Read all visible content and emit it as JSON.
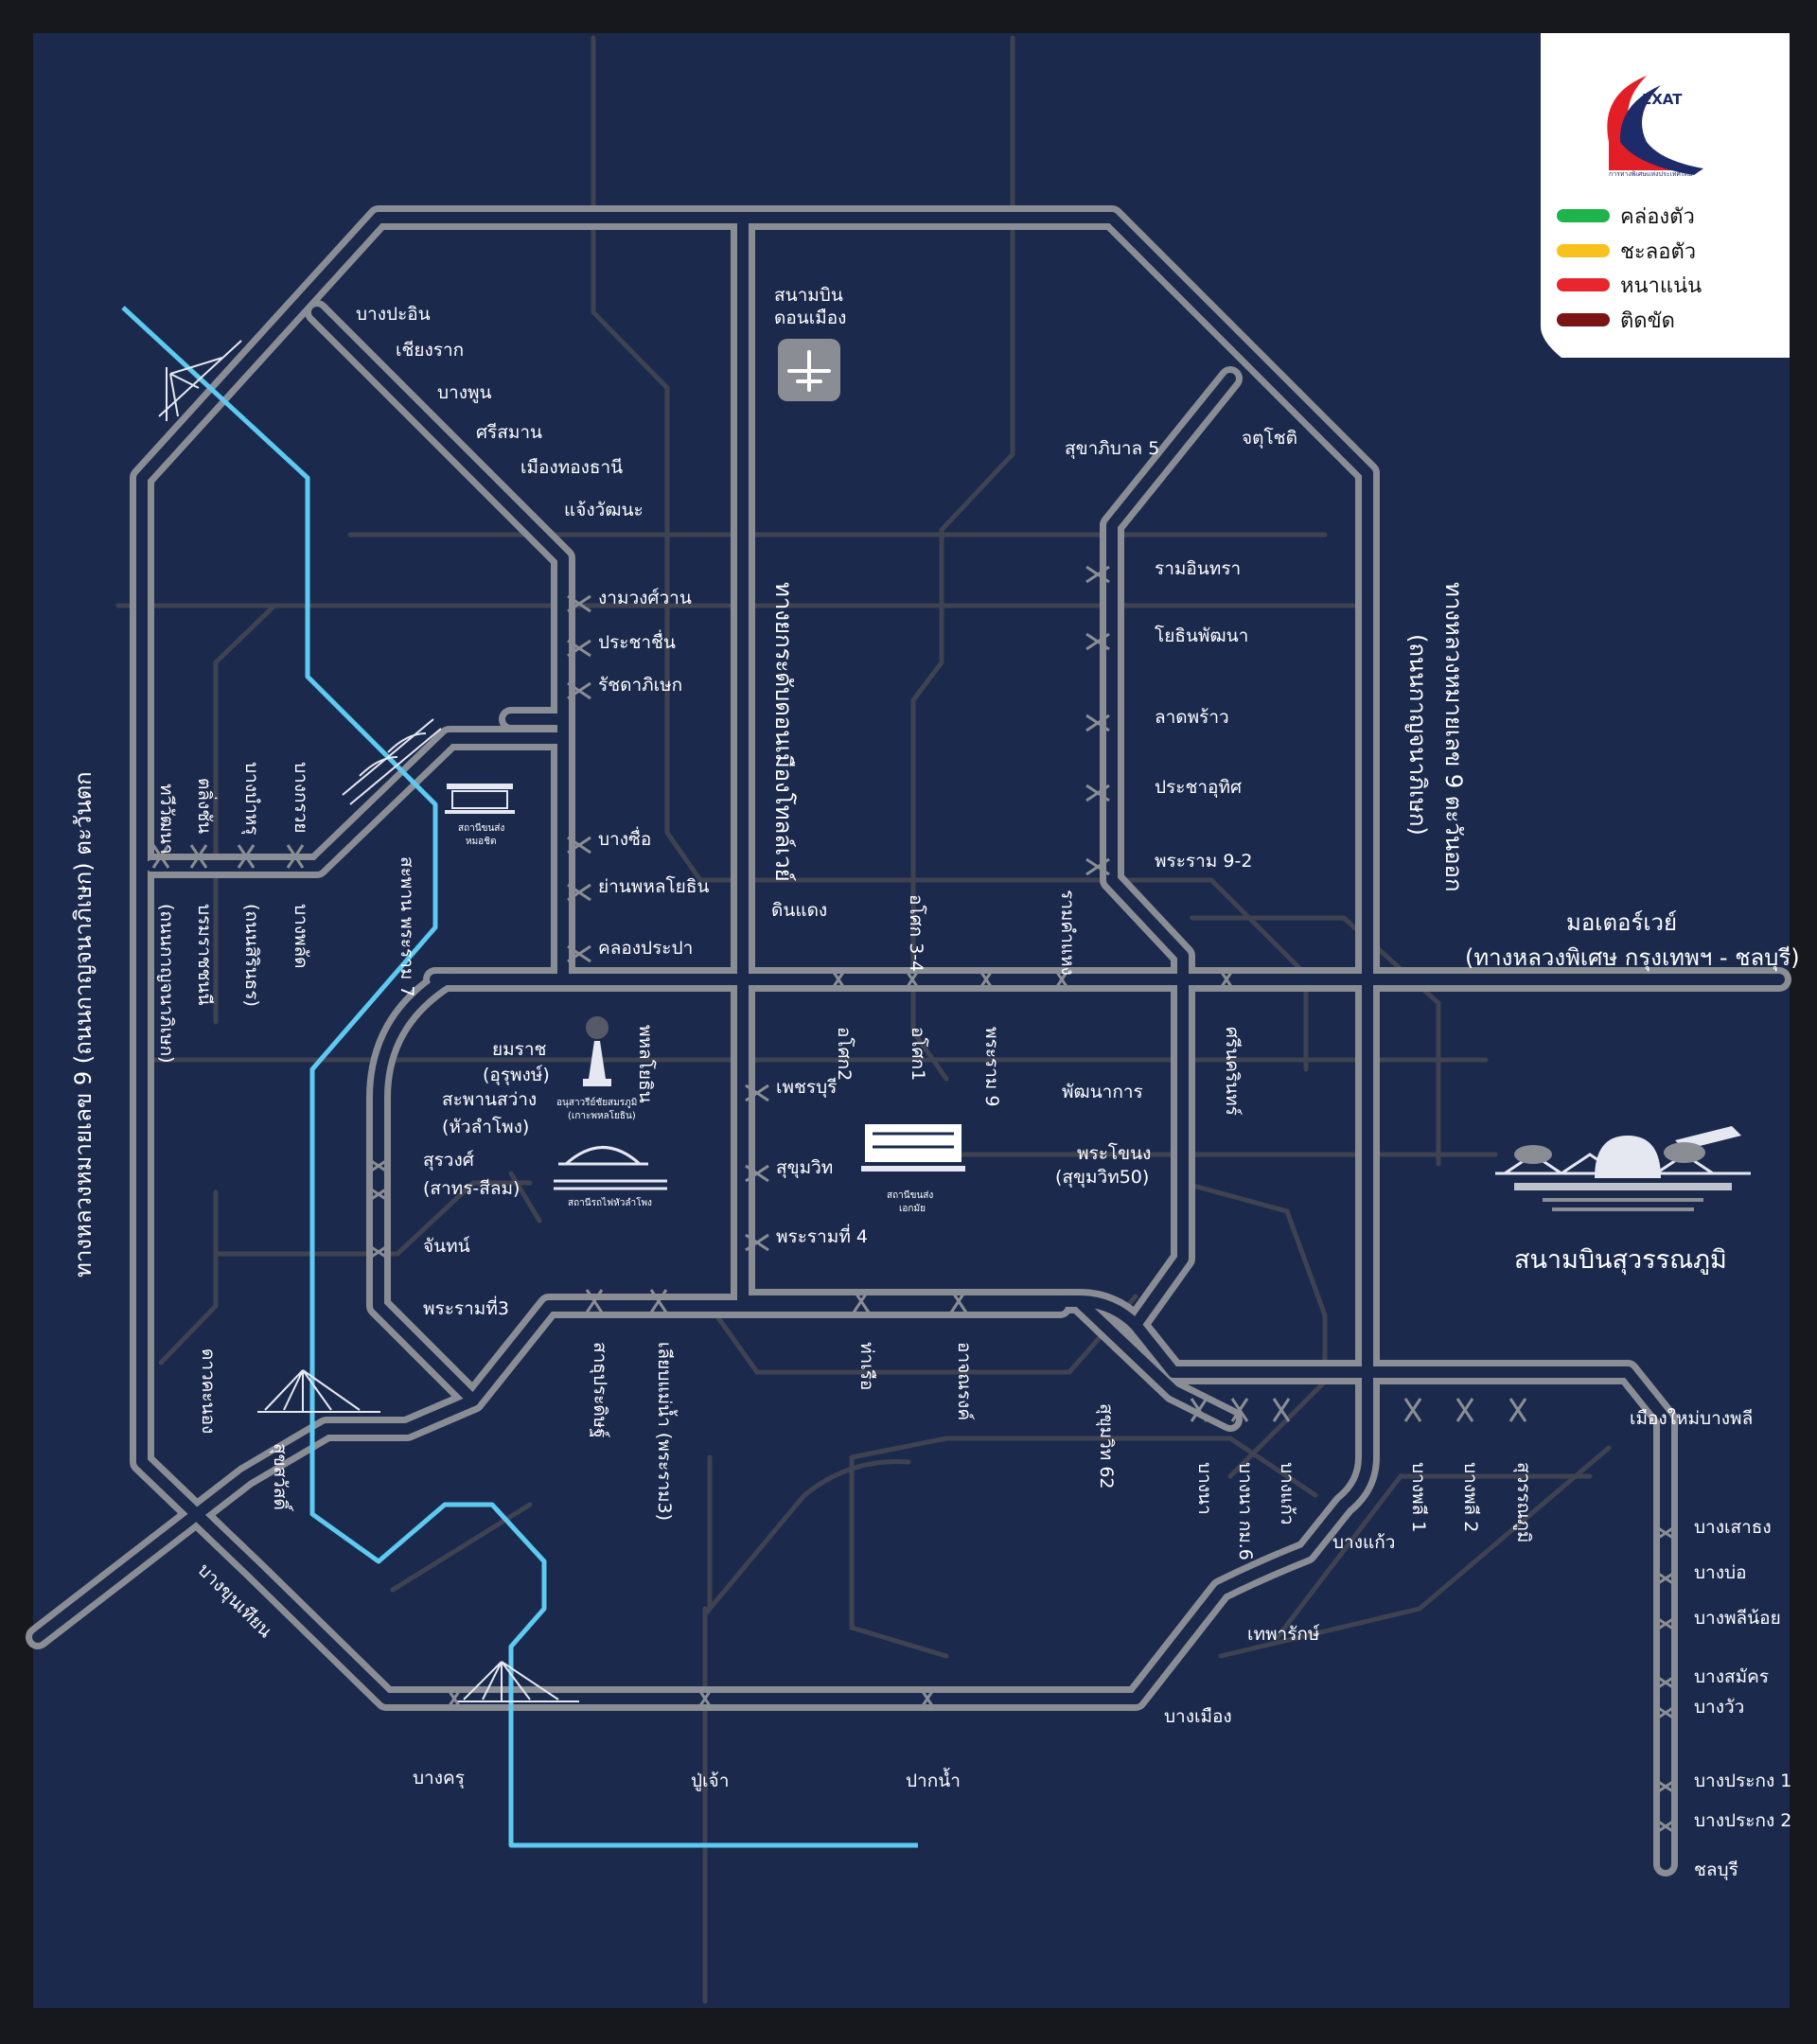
{
  "colors": {
    "background": "#1b2a4c",
    "frame": "#17181d",
    "expressway": "#8a8d94",
    "expressway_inner": "#1b2a4c",
    "local_road": "#3f4250",
    "river": "#5ec9f1",
    "free_flow": "#1fb34b",
    "slow": "#f7c21d",
    "heavy": "#e8262f",
    "congested": "#7b1414"
  },
  "legend": {
    "logo": "EXAT",
    "logo_subtitle": "การทางพิเศษแห่งประเทศไทย",
    "items": [
      {
        "label": "คล่องตัว",
        "color": "#1fb34b"
      },
      {
        "label": "ชะลอตัว",
        "color": "#f7c21d"
      },
      {
        "label": "หนาแน่น",
        "color": "#e8262f"
      },
      {
        "label": "ติดขัด",
        "color": "#7b1414"
      }
    ]
  },
  "landmarks": {
    "don_mueang": [
      "สนามบิน",
      "ดอนเมือง"
    ],
    "mo_chit": [
      "สถานีขนส่ง",
      "หมอชิต"
    ],
    "victory_monument": [
      "อนุสาวรีย์ชัยสมรภูมิ",
      "(เกาะพหลโยธิน)"
    ],
    "hua_lamphong": "สถานีรถไฟหัวลำโพง",
    "ekkamai": [
      "สถานีขนส่ง",
      "เอกมัย"
    ],
    "suvarnabhumi": "สนามบินสุวรรณภูมิ"
  },
  "road_names": {
    "don_mueang_tollway": "ทางยกระดับดอนเมืองโทลล์เวย์",
    "motorway": [
      "มอเตอร์เวย์",
      "(ทางหลวงพิเศษ กรุงเทพฯ - ชลบุรี)"
    ],
    "west_ring": "ทางหลวงหมายเลข 9 (ถนนกาญจนาภิเษก) ตะวันตก",
    "east_ring": [
      "ทางหลวงหมายเลข 9 ตะวันออก",
      "(ถนนกาญจนาภิเษก)"
    ]
  },
  "labels": {
    "bang_pa_in": "บางปะอิน",
    "chiang_rak": "เชียงราก",
    "bang_phun": "บางพูน",
    "si_saman": "ศรีสมาน",
    "mueang_thong": "เมืองทองธานี",
    "chaeng_watthana": "แจ้งวัฒนะ",
    "ngam_wong_wan": "งามวงศ์วาน",
    "prachachuen": "ประชาชื่น",
    "ratchadaphisek": "รัชดาภิเษก",
    "bang_sue": "บางซื่อ",
    "phahon_yothin_area": "ย่านพหลโยธิน",
    "khlong_prapa": "คลองประปา",
    "sukhaphiban_5": "สุขาภิบาล 5",
    "chatuchak": "จตุโชติ",
    "ram_inthra": "รามอินทรา",
    "yothin_phatthana": "โยธินพัฒนา",
    "lat_phrao": "ลาดพร้าว",
    "pracha_uthit": "ประชาอุทิศ",
    "rama9_2": "พระราม 9-2",
    "din_daeng": "ดินแดง",
    "asok_34": "อโศก 3-4",
    "ramkhamhaeng": "รามคำแหง",
    "asok_2": "อโศก2",
    "asok_1": "อโศก1",
    "rama_9": "พระราม 9",
    "phatthanakan": "พัฒนาการ",
    "srinakarin": "ศรีนครินทร์",
    "phra_khanong": [
      "พระโขนง",
      "(สุขุมวิท50)"
    ],
    "phetchaburi": "เพชรบุรี",
    "sukhumvit": "สุขุมวิท",
    "rama_4": "พระรามที่ 4",
    "phahon_yothin": "พหลโยธิน",
    "yommarat": [
      "ยมราช",
      "(อุรุพงษ์)"
    ],
    "saphan_sawang": [
      "สะพานสว่าง",
      "(หัวลำโพง)"
    ],
    "surawong": [
      "สุรวงศ์",
      "(สาทร-สีลม)"
    ],
    "chan": "จันทน์",
    "rama_3": "พระรามที่3",
    "sathu_pradit": "สาธุประดิษฐ์",
    "riverside_rama3": "เลียบแม่น้ำ (พระราม3)",
    "tha_ruea": "ท่าเรือ",
    "at_narong": "อาจณรงค์",
    "sukhumvit_62": "สุขุมวิท 62",
    "bang_na": "บางนา",
    "bang_na_km6": "บางนา กม.6",
    "bang_kaeo_up": "บางแก้ว",
    "bang_phli_1": "บางพลี 1",
    "bang_phli_2": "บางพลี 2",
    "suvarnabhumi_exit": "สุวรรณภูมิ",
    "mueang_mai_bang_phli": "เมืองใหม่บางพลี",
    "bang_kaeo": "บางแก้ว",
    "thepharak": "เทพารักษ์",
    "bang_mueang": "บางเมือง",
    "bang_sao_thong": "บางเสาธง",
    "bang_bo": "บางบ่อ",
    "bang_phli_noi": "บางพลีน้อย",
    "bang_samak": "บางสมัคร",
    "bang_wua": "บางวัว",
    "bang_pakong_1": "บางประกง 1",
    "bang_pakong_2": "บางประกง 2",
    "chon_buri": "ชลบุรี",
    "bang_khru": "บางครุ",
    "pu_chao": "ปู่เจ้า",
    "pak_nam": "ปากน้ำ",
    "bang_khun_thian": "บางขุนเทียน",
    "suk_sawat": "สุขสวัสดิ์",
    "dao_khanong": "ดาวคะนอง",
    "rama_7_bridge": "สะพาน พระราม 7",
    "bang_kruai": "บางกรวย",
    "bang_bamru": "บางบำหรุ",
    "taling_chan": "ตลิ่งชัน",
    "thawi_watthana": "ทวีวัฒนา",
    "bang_phlat": "บางพลัด",
    "borommaratchachonnani": "บรมราชชนนี",
    "sirindhorn": "(ถนนสิรินธร)",
    "kanchanaphisek_w": "(ถนนกาญจนาภิเษก)"
  }
}
